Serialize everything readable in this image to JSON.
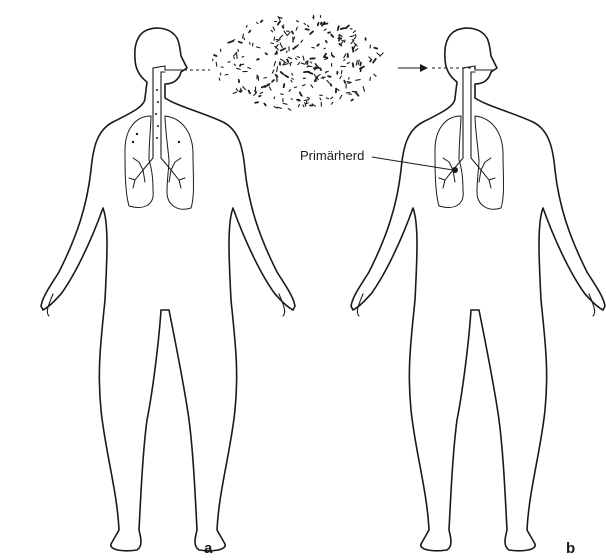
{
  "figure": {
    "panels": [
      {
        "id": "a",
        "label": "a"
      },
      {
        "id": "b",
        "label": "b"
      }
    ],
    "annotation": {
      "text": "Primärherd"
    },
    "ink_color": "#1a1a1a"
  }
}
